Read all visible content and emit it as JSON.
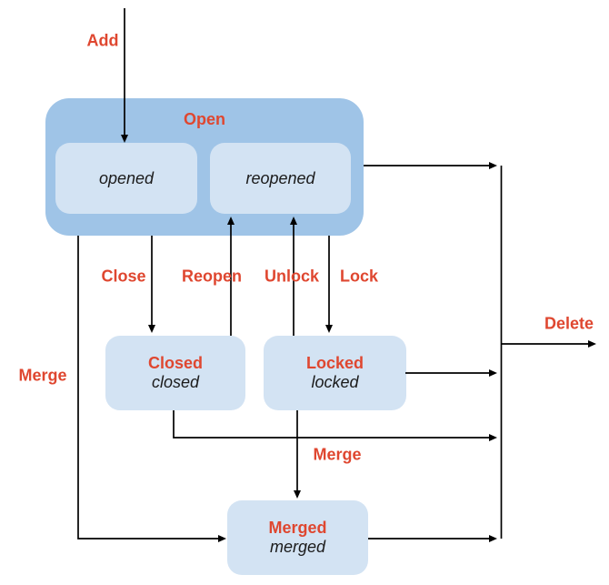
{
  "colors": {
    "background": "#ffffff",
    "group_fill": "#9fc4e7",
    "state_fill": "#d3e3f3",
    "label_red": "#df4730",
    "line": "#000000",
    "state_text": "#1b1b1b"
  },
  "nodes": {
    "open_group": {
      "title": "Open"
    },
    "opened": {
      "label": "opened"
    },
    "reopened": {
      "label": "reopened"
    },
    "closed": {
      "title": "Closed",
      "label": "closed"
    },
    "locked": {
      "title": "Locked",
      "label": "locked"
    },
    "merged": {
      "title": "Merged",
      "label": "merged"
    }
  },
  "edges": {
    "add": "Add",
    "close": "Close",
    "reopen": "Reopen",
    "unlock": "Unlock",
    "lock": "Lock",
    "merge_open": "Merge",
    "merge_locked": "Merge",
    "delete": "Delete"
  }
}
